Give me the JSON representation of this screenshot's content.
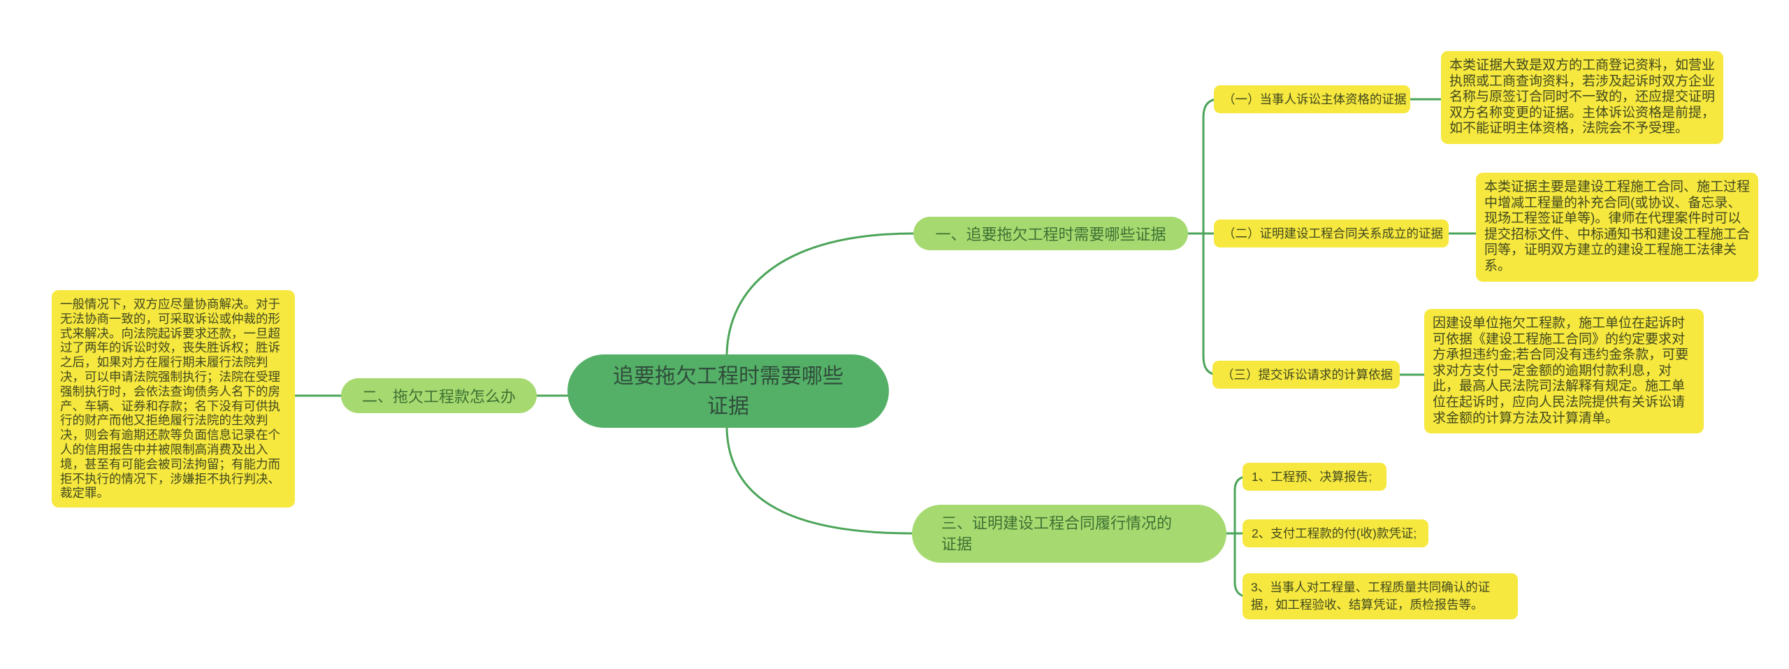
{
  "colors": {
    "background": "#ffffff",
    "node_yellow": "#F6E83F",
    "node_light_green": "#A6DA70",
    "node_root_green": "#54B067",
    "connector_green": "#4BA458",
    "text_on_yellow": "#42491E",
    "text_on_light_green": "#3E7032",
    "text_on_root": "#2F4D3B"
  },
  "map": {
    "root": {
      "label": "追要拖欠工程时需要哪些\n证据"
    },
    "branch_how": {
      "node_label": "二、拖欠工程款怎么办",
      "note": "一般情况下，双方应尽量协商解决。对于无法协商一致的，可采取诉讼或仲裁的形式来解决。向法院起诉要求还款，一旦超过了两年的诉讼时效，丧失胜诉权；胜诉之后，如果对方在履行期未履行法院判决，可以申请法院强制执行；法院在受理强制执行时，会依法查询债务人名下的房产、车辆、证券和存款；名下没有可供执行的财产而他又拒绝履行法院的生效判决，则会有逾期还款等负面信息记录在个人的信用报告中并被限制高消费及出入境，甚至有可能会被司法拘留；有能力而拒不执行的情况下，涉嫌拒不执行判决、裁定罪。"
    },
    "branch_evidence": {
      "node_label": "一、追要拖欠工程时需要哪些证据",
      "items": [
        {
          "label": "（一）当事人诉讼主体资格的证据",
          "note": "本类证据大致是双方的工商登记资料，如营业执照或工商查询资料，若涉及起诉时双方企业名称与原签订合同时不一致的，还应提交证明双方名称变更的证据。主体诉讼资格是前提，如不能证明主体资格，法院会不予受理。"
        },
        {
          "label": "（二）证明建设工程合同关系成立的证据",
          "note": "本类证据主要是建设工程施工合同、施工过程中增减工程量的补充合同(或协议、备忘录、现场工程签证单等)。律师在代理案件时可以提交招标文件、中标通知书和建设工程施工合同等，证明双方建立的建设工程施工法律关系。"
        },
        {
          "label": "（三）提交诉讼请求的计算依据",
          "note": "因建设单位拖欠工程款，施工单位在起诉时可依据《建设工程施工合同》的约定要求对方承担违约金;若合同没有违约金条款，可要求对方支付一定金额的逾期付款利息，对此，最高人民法院司法解释有规定。施工单位在起诉时，应向人民法院提供有关诉讼请求金额的计算方法及计算清单。"
        }
      ]
    },
    "branch_performance": {
      "node_label": "三、证明建设工程合同履行情况的\n证据",
      "items": [
        {
          "label": "1、工程预、决算报告;"
        },
        {
          "label": "2、支付工程款的付(收)款凭证;"
        },
        {
          "label": "3、当事人对工程量、工程质量共同确认的证据，如工程验收、结算凭证，质检报告等。"
        }
      ]
    }
  }
}
